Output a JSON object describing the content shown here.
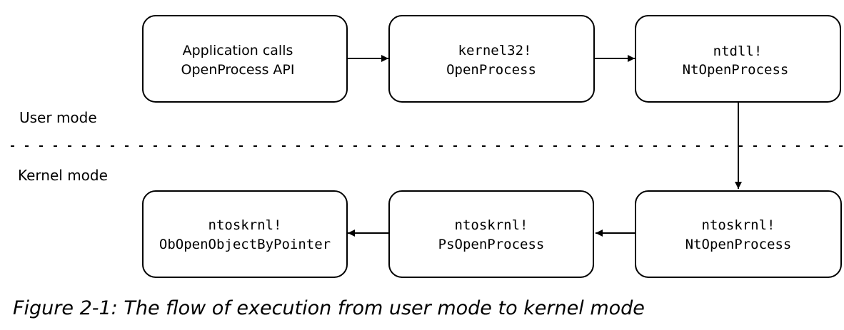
{
  "zones": {
    "user_label": "User mode",
    "kernel_label": "Kernel mode"
  },
  "boxes": [
    {
      "id": "app",
      "lines": [
        {
          "text": "Application calls",
          "style": "sans"
        },
        {
          "text": "OpenProcess API",
          "style": "sans"
        }
      ]
    },
    {
      "id": "kernel32",
      "lines": [
        {
          "text": "kernel32!",
          "style": "mono"
        },
        {
          "text": "OpenProcess",
          "style": "mono"
        }
      ]
    },
    {
      "id": "ntdll",
      "lines": [
        {
          "text": "ntdll!",
          "style": "mono"
        },
        {
          "text": "NtOpenProcess",
          "style": "mono"
        }
      ]
    },
    {
      "id": "ntoskrnl-nt",
      "lines": [
        {
          "text": "ntoskrnl!",
          "style": "mono"
        },
        {
          "text": "NtOpenProcess",
          "style": "mono"
        }
      ]
    },
    {
      "id": "ntoskrnl-ps",
      "lines": [
        {
          "text": "ntoskrnl!",
          "style": "mono"
        },
        {
          "text": "PsOpenProcess",
          "style": "mono"
        }
      ]
    },
    {
      "id": "ntoskrnl-ob",
      "lines": [
        {
          "text": "ntoskrnl!",
          "style": "mono"
        },
        {
          "text": "ObOpenObjectByPointer",
          "style": "mono"
        }
      ]
    }
  ],
  "caption": "Figure 2-1: The flow of execution from user mode to kernel mode"
}
